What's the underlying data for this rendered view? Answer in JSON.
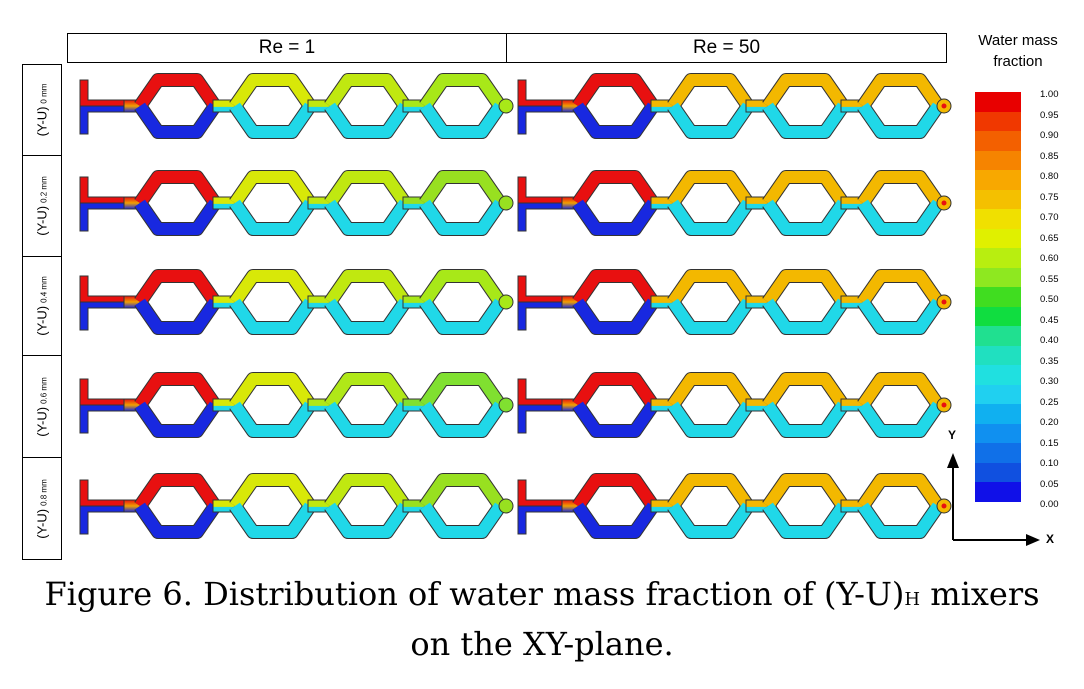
{
  "columns": [
    "Re = 1",
    "Re = 50"
  ],
  "rows": [
    {
      "label": "(Y-U)",
      "sub": "0 mm"
    },
    {
      "label": "(Y-U)",
      "sub": "0.2 mm"
    },
    {
      "label": "(Y-U)",
      "sub": "0.4 mm"
    },
    {
      "label": "(Y-U)",
      "sub": "0.6 mm"
    },
    {
      "label": "(Y-U)",
      "sub": "0.8 mm"
    }
  ],
  "legend": {
    "title_line1": "Water mass",
    "title_line2": "fraction",
    "ticks": [
      "1.00",
      "0.95",
      "0.90",
      "0.85",
      "0.80",
      "0.75",
      "0.70",
      "0.65",
      "0.60",
      "0.55",
      "0.50",
      "0.45",
      "0.40",
      "0.35",
      "0.30",
      "0.25",
      "0.20",
      "0.15",
      "0.10",
      "0.05",
      "0.00"
    ],
    "colors": [
      "#e80000",
      "#f03800",
      "#f36000",
      "#f68400",
      "#f8a800",
      "#f4c000",
      "#f0e000",
      "#e0f000",
      "#b8ee10",
      "#8ee820",
      "#40dd20",
      "#10dd40",
      "#20e090",
      "#20e0c0",
      "#20e0e0",
      "#20d0f0",
      "#10b0f0",
      "#1090f0",
      "#1070e8",
      "#1050e0",
      "#1010e8"
    ]
  },
  "mixer_colors": {
    "Re = 1": {
      "0 mm": [
        "#f0d000",
        "#d8e808",
        "#c0e810",
        "#a8e818"
      ],
      "0.2 mm": [
        "#f0d000",
        "#d8e808",
        "#c0e810",
        "#98e020"
      ],
      "0.4 mm": [
        "#f0d000",
        "#d8e808",
        "#c0e810",
        "#a8e818"
      ],
      "0.6 mm": [
        "#f0d000",
        "#d8e808",
        "#b0e818",
        "#80e030"
      ],
      "0.8 mm": [
        "#f0d000",
        "#d8e808",
        "#c0e810",
        "#98e020"
      ]
    },
    "Re = 50": {
      "0 mm": [
        "#f3b800",
        "#f3b800",
        "#f3b800",
        "#f3b800"
      ],
      "0.2 mm": [
        "#f3b800",
        "#f3b800",
        "#f3b800",
        "#f3b800"
      ],
      "0.4 mm": [
        "#f3b800",
        "#f3b800",
        "#f3b800",
        "#f3b800"
      ],
      "0.6 mm": [
        "#f3b800",
        "#f3b800",
        "#f3b800",
        "#f3b800"
      ],
      "0.8 mm": [
        "#f3b800",
        "#f3b800",
        "#f3b800",
        "#f3b800"
      ]
    }
  },
  "axes": {
    "y": "Y",
    "x": "X"
  },
  "caption": {
    "line1_pre": "Figure 6. Distribution of water mass fraction of (Y-U)",
    "line1_sub": "H",
    "line1_post": " mixers",
    "line2": "on the XY-plane."
  }
}
